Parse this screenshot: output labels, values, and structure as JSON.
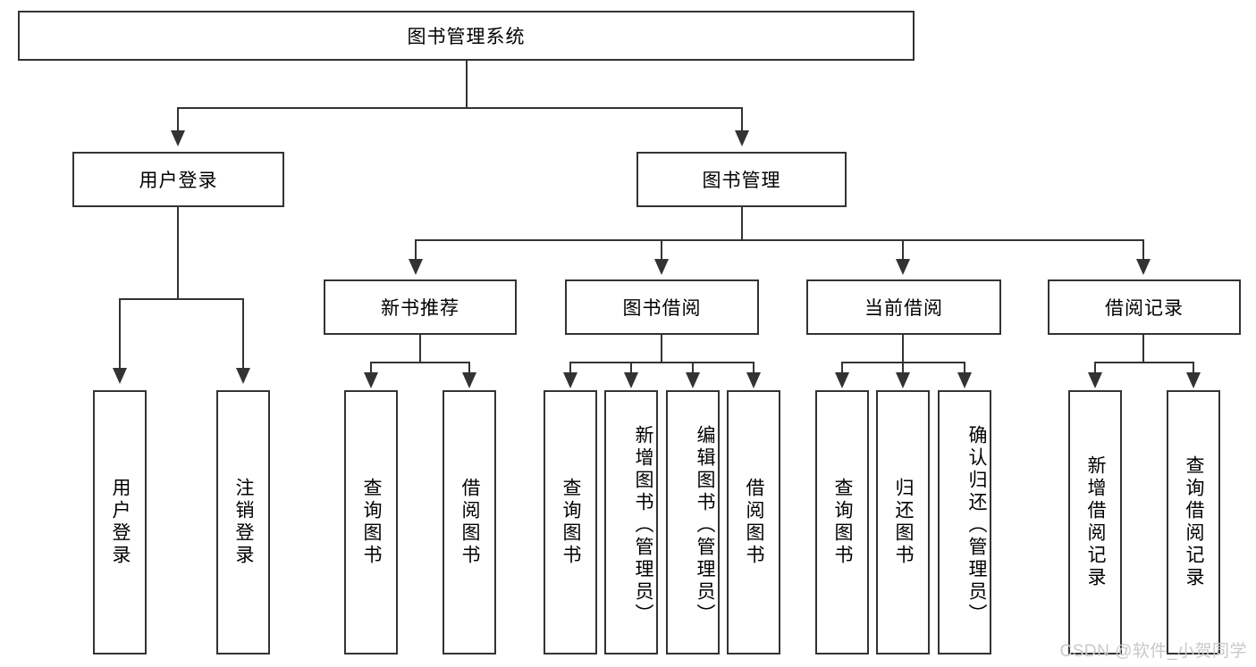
{
  "diagram": {
    "type": "hierarchy-tree",
    "title": "图书管理系统",
    "root": {
      "label": "图书管理系统",
      "orientation": "horizontal"
    },
    "level2": [
      {
        "label": "用户登录",
        "orientation": "horizontal"
      },
      {
        "label": "图书管理",
        "orientation": "horizontal"
      }
    ],
    "level3": [
      {
        "label": "新书推荐",
        "orientation": "horizontal"
      },
      {
        "label": "图书借阅",
        "orientation": "horizontal"
      },
      {
        "label": "当前借阅",
        "orientation": "horizontal"
      },
      {
        "label": "借阅记录",
        "orientation": "horizontal"
      }
    ],
    "leaves": {
      "user_login": [
        {
          "label": "用户登录",
          "orientation": "vertical"
        },
        {
          "label": "注销登录",
          "orientation": "vertical"
        }
      ],
      "new_book_recommend": [
        {
          "label": "查询图书",
          "orientation": "vertical"
        },
        {
          "label": "借阅图书",
          "orientation": "vertical"
        }
      ],
      "book_borrow": [
        {
          "label": "查询图书",
          "orientation": "vertical"
        },
        {
          "label": "新增图书（管理员）",
          "orientation": "vertical"
        },
        {
          "label": "编辑图书（管理员）",
          "orientation": "vertical"
        },
        {
          "label": "借阅图书",
          "orientation": "vertical"
        }
      ],
      "current_borrow": [
        {
          "label": "查询图书",
          "orientation": "vertical"
        },
        {
          "label": "归还图书",
          "orientation": "vertical"
        },
        {
          "label": "确认归还（管理员）",
          "orientation": "vertical"
        }
      ],
      "borrow_record": [
        {
          "label": "新增借阅记录",
          "orientation": "vertical"
        },
        {
          "label": "查询借阅记录",
          "orientation": "vertical"
        }
      ]
    },
    "colors": {
      "border": "#333333",
      "background": "#ffffff",
      "text": "#000000",
      "watermark": "#c9c9c9"
    }
  },
  "watermark": {
    "text": "CSDN @软件_小贺同学"
  }
}
